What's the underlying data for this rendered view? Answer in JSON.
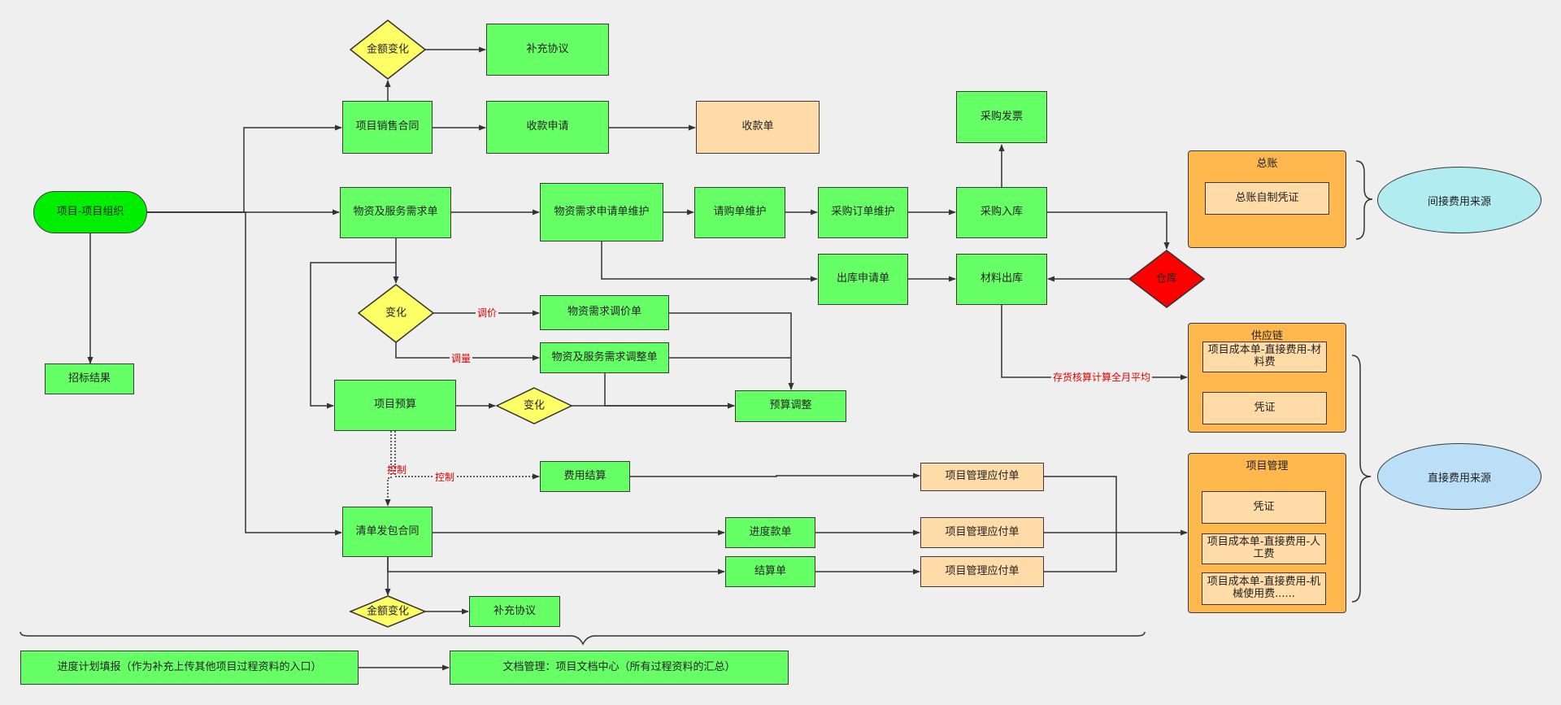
{
  "colors": {
    "green": "#66ff66",
    "start_green": "#00ee00",
    "peach": "#ffdba8",
    "yellow": "#ffff66",
    "red": "#ff0000",
    "orange_group": "#ffb84d",
    "cyan": "#b0ecf0",
    "blue": "#bcdff8",
    "label_red": "#e60000"
  },
  "nodes": {
    "start": "项目-项目组织",
    "bid_result": "招标结果",
    "sales_contract": "项目销售合同",
    "supplement_top": "补充协议",
    "collection_apply": "收款申请",
    "receipt": "收款单",
    "material_demand": "物资及服务需求单",
    "demand_maint": "物资需求申请单维护",
    "pr_maint": "请购单维护",
    "po_maint": "采购订单维护",
    "purchase_in": "采购入库",
    "purchase_invoice": "采购发票",
    "outbound_apply": "出库申请单",
    "material_out": "材料出库",
    "price_adjust": "物资需求调价单",
    "qty_adjust": "物资及服务需求调整单",
    "budget": "项目预算",
    "budget_adjust": "预算调整",
    "expense_settle": "费用结算",
    "boq_contract": "清单发包合同",
    "progress_bill": "进度款单",
    "settle_bill": "结算单",
    "payable1": "项目管理应付单",
    "payable2": "项目管理应付单",
    "payable3": "项目管理应付单",
    "supplement_bottom": "补充协议",
    "progress_plan": "进度计划填报（作为补充上传其他项目过程资料的入口）",
    "doc_mgmt": "文档管理：项目文档中心（所有过程资料的汇总）"
  },
  "diamonds": {
    "amount_change_top": "金额变化",
    "change1": "变化",
    "change2": "变化",
    "warehouse": "仓库",
    "amount_change_bottom": "金额变化"
  },
  "groups": {
    "ledger": {
      "title": "总账",
      "items": [
        "总账自制凭证"
      ]
    },
    "supply": {
      "title": "供应链",
      "items": [
        "项目成本单-直接费用-材料费",
        "凭证"
      ]
    },
    "project": {
      "title": "项目管理",
      "items": [
        "凭证",
        "项目成本单-直接费用-人工费",
        "项目成本单-直接费用-机械使用费......"
      ]
    }
  },
  "ellipses": {
    "indirect": "间接费用来源",
    "direct": "直接费用来源"
  },
  "labels": {
    "price": "调价",
    "qty": "调量",
    "inventory": "存货核算计算全月平均",
    "control1": "控制",
    "control2": "控制"
  }
}
